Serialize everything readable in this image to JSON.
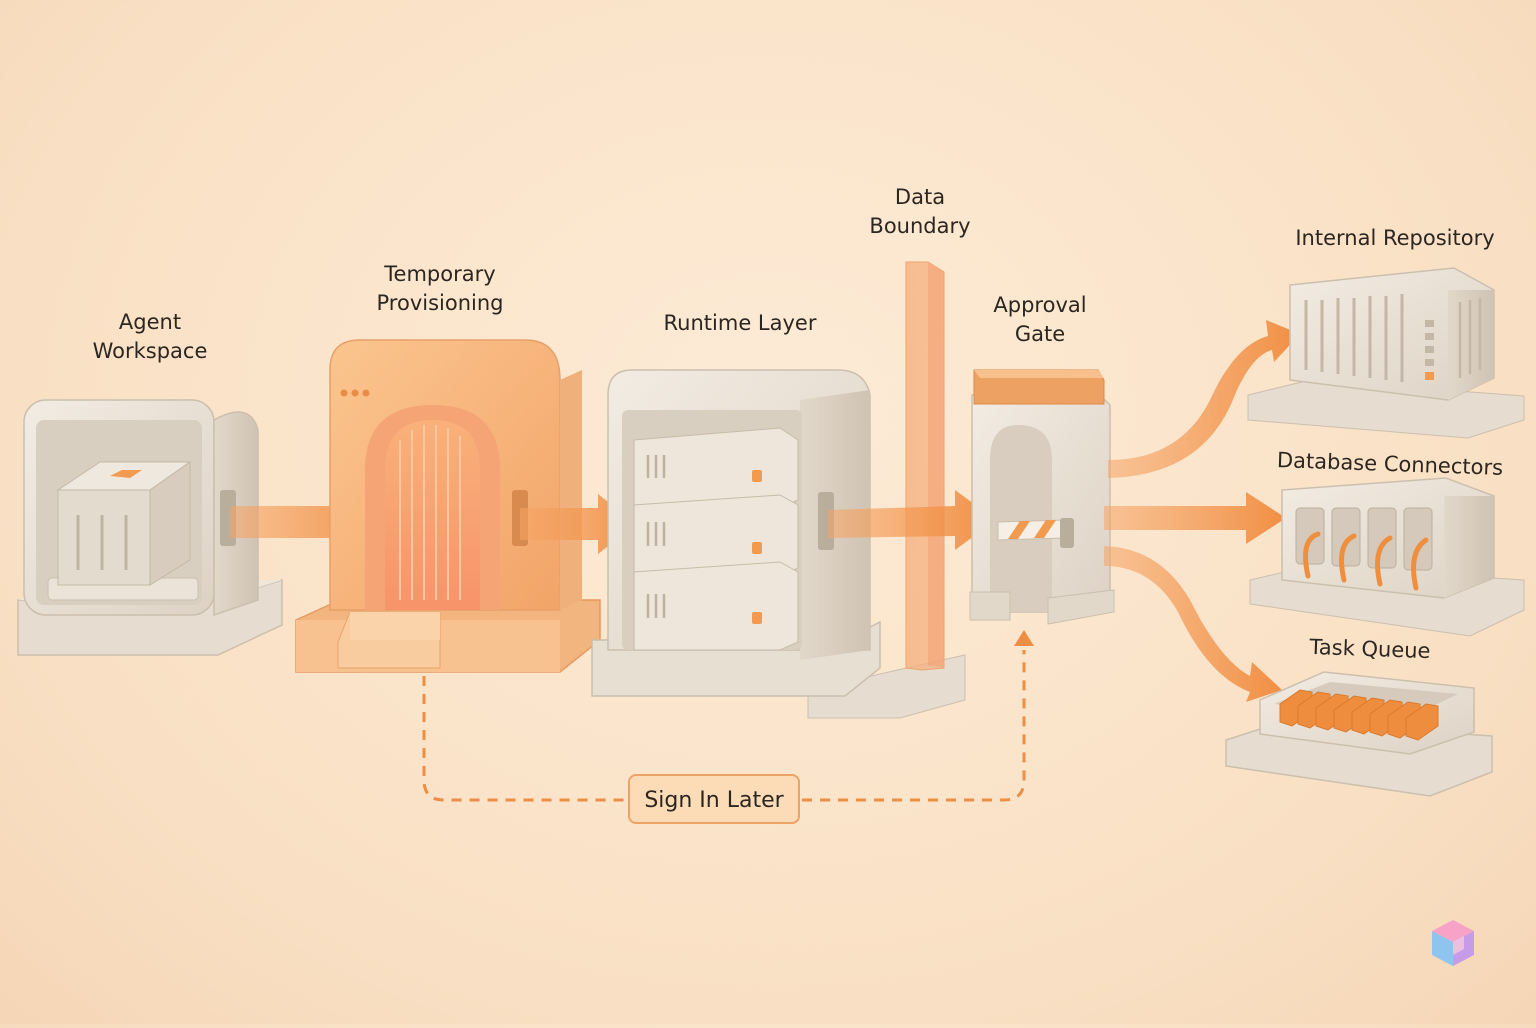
{
  "labels": {
    "agent_workspace": [
      "Agent",
      "Workspace"
    ],
    "temporary_provisioning": [
      "Temporary",
      "Provisioning"
    ],
    "runtime_layer": "Runtime Layer",
    "data_boundary": [
      "Data",
      "Boundary"
    ],
    "approval_gate": [
      "Approval",
      "Gate"
    ],
    "internal_repository": "Internal Repository",
    "database_connectors": "Database Connectors",
    "task_queue": "Task Queue"
  },
  "sign_in_later_button": "Sign In Later",
  "colors": {
    "background": "#fbe6cf",
    "accent_orange": "#f4a261",
    "deep_orange": "#ec8a3e",
    "module_cream": "#ede4d8",
    "text": "#2c2621"
  }
}
